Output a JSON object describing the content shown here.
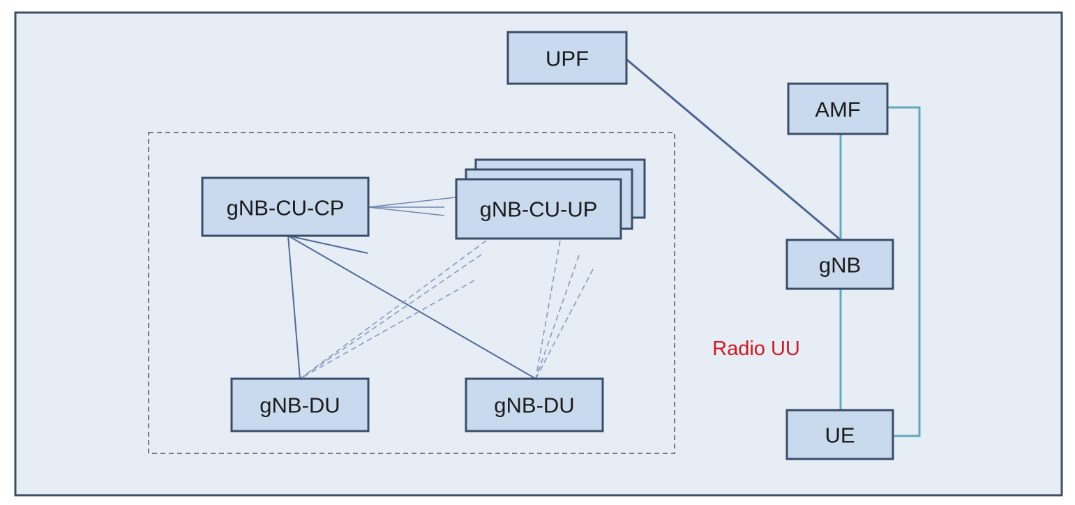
{
  "nodes": {
    "upf": "UPF",
    "amf": "AMF",
    "gnb": "gNB",
    "ue": "UE",
    "cu_cp": "gNB-CU-CP",
    "cu_up": "gNB-CU-UP",
    "du_left": "gNB-DU",
    "du_right": "gNB-DU"
  },
  "annotation": "Radio UU",
  "colors": {
    "background": "#e6edf5",
    "box_fill": "#c9daef",
    "box_border": "#3a4d66",
    "annotation": "#d3181e",
    "teal_link": "#5fabbd",
    "blue_link": "#4f6b9c"
  }
}
